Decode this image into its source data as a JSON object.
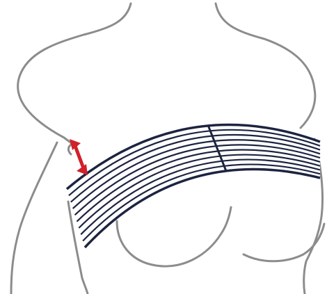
{
  "illustration": {
    "subject": "torso-outline",
    "product": "chest-support-band",
    "colors": {
      "background": "#ffffff",
      "body_outline": "#8c8c8c",
      "band_outline": "#1c2440",
      "band_fill": "#ffffff",
      "arrow": "#d0202a"
    },
    "band": {
      "stripe_count": 8,
      "has_center_seam": true
    },
    "indicator": {
      "icon": "double-arrow-icon"
    }
  }
}
